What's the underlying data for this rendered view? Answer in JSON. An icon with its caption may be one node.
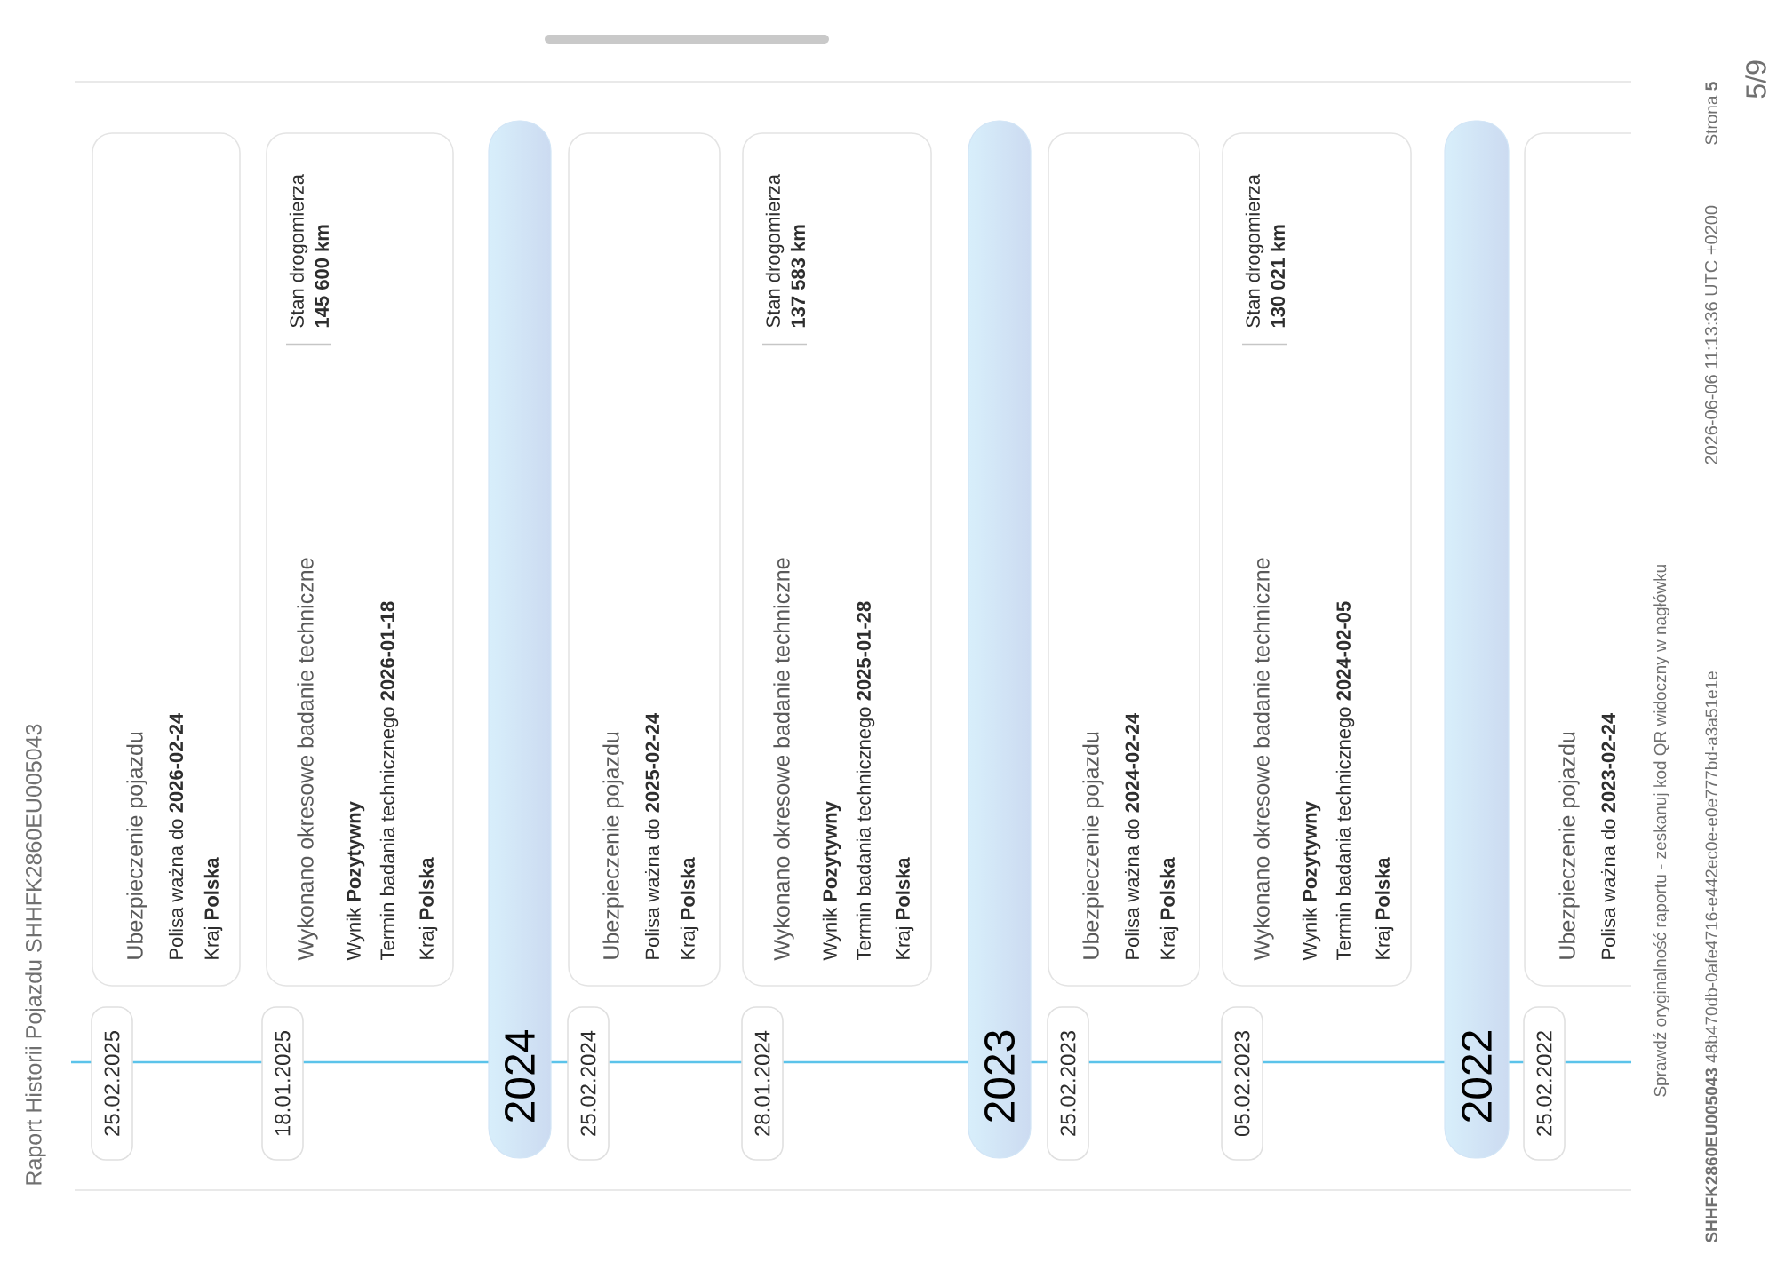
{
  "diagram": {
    "title": "Raport Historii Pojazdu SHHFK2860EU005043",
    "nodes": [
      {
        "text": [
          "25.02.2025"
        ]
      },
      {
        "text": [
          "Ubezpieczenie pojazdu",
          "Polisa ważna do **2026-02-24**",
          "Kraj **Polska**"
        ]
      },
      {
        "text": [
          "18.01.2025"
        ]
      },
      {
        "text": [
          "Wykonano okresowe badanie techniczne",
          "Wynik **Pozytywny**",
          "Termin badania technicznego **2026-01-18**",
          "Kraj **Polska**",
          "Stan drogomierza",
          "**145 600 km**"
        ]
      },
      {
        "text": [
          "2024"
        ]
      },
      {
        "text": [
          "25.02.2024"
        ]
      },
      {
        "text": [
          "Ubezpieczenie pojazdu",
          "Polisa ważna do **2025-02-24**",
          "Kraj **Polska**"
        ]
      },
      {
        "text": [
          "28.01.2024"
        ]
      },
      {
        "text": [
          "Wykonano okresowe badanie techniczne",
          "Wynik **Pozytywny**",
          "Termin badania technicznego **2025-01-28**",
          "Kraj **Polska**",
          "Stan drogomierza",
          "**137 583 km**"
        ]
      },
      {
        "text": [
          "2023"
        ]
      },
      {
        "text": [
          "25.02.2023"
        ]
      },
      {
        "text": [
          "Ubezpieczenie pojazdu",
          "Polisa ważna do **2024-02-24**",
          "Kraj **Polska**"
        ]
      },
      {
        "text": [
          "05.02.2023"
        ]
      },
      {
        "text": [
          "Wykonano okresowe badanie techniczne",
          "Wynik **Pozytywny**",
          "Termin badania technicznego **2024-02-05**",
          "Kraj **Polska**",
          "Stan drogomierza",
          "**130 021 km**"
        ]
      },
      {
        "text": [
          "2022"
        ]
      },
      {
        "text": [
          "25.02.2022"
        ]
      },
      {
        "text": [
          "Ubezpieczenie pojazdu",
          "Polisa ważna do **2023-02-24**"
        ]
      }
    ],
    "labels": [
      "Sprawdź oryginalność raportu - zeskanuj kod QR widoczny w nagłówku",
      "**SHHFK2860EU005043** 48b470db-0afe4716-e442ec0e-e0e777bd-a3a51e1e",
      "2026-06-06 11:13:36 UTC +0200",
      "Strona **5**",
      "5/9"
    ]
  }
}
